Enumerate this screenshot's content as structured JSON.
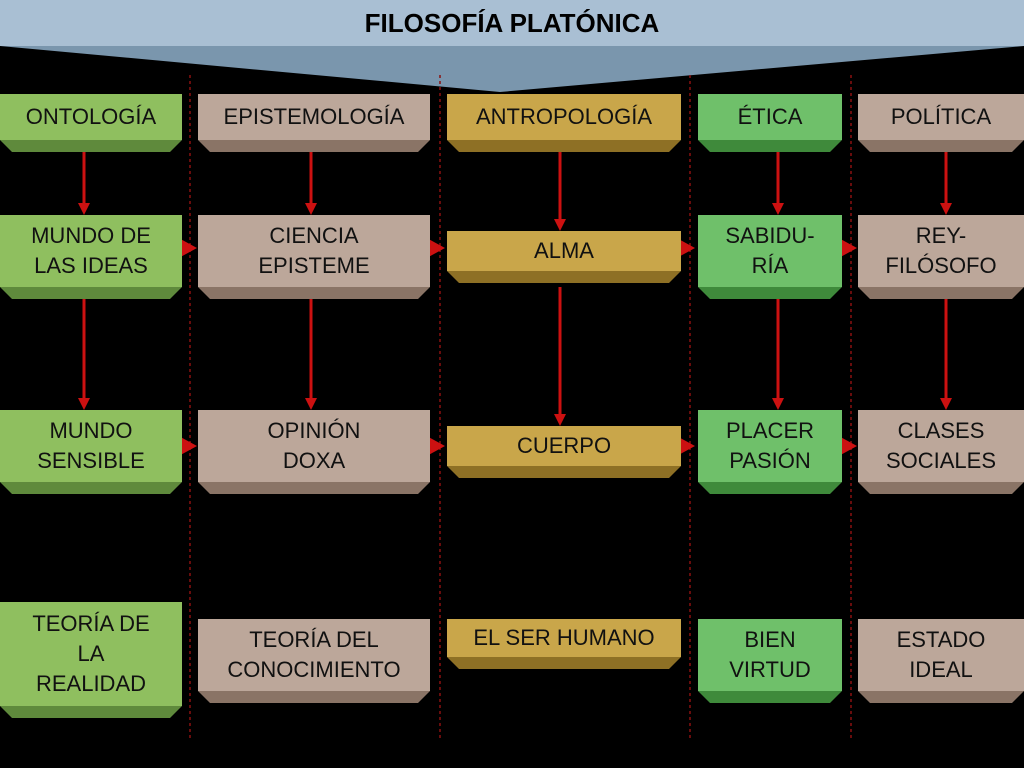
{
  "title": "FILOSOFÍA PLATÓNICA",
  "colors": {
    "green": "#8fbf5f",
    "green_dark": "#5f8a3c",
    "pink": "#bca79a",
    "pink_dark": "#8a7466",
    "gold": "#c9a64a",
    "gold_dark": "#8e7025",
    "bright_green": "#6fc06a",
    "bright_green_dark": "#3f8a3b",
    "banner": "#a9bfd3",
    "banner_dark": "#7a96ad",
    "arrow": "#cc1111"
  },
  "columns": [
    {
      "header": "ONTOLOGÍA",
      "level1": "MUNDO DE\nLAS IDEAS",
      "level2": "MUNDO\nSENSIBLE",
      "footer": "TEORÍA DE\nLA\nREALIDAD"
    },
    {
      "header": "EPISTEMOLOGÍA",
      "level1": "CIENCIA\nEPISTEME",
      "level2": "OPINIÓN\nDOXA",
      "footer": "TEORÍA DEL\nCONOCIMIENTO"
    },
    {
      "header": "ANTROPOLOGÍA",
      "level1": "ALMA",
      "level2": "CUERPO",
      "footer": "EL SER HUMANO"
    },
    {
      "header": "ÉTICA",
      "level1": "SABIDU-\nRÍA",
      "level2": "PLACER\nPASIÓN",
      "footer": "BIEN\nVIRTUD"
    },
    {
      "header": "POLÍTICA",
      "level1": "REY-\nFILÓSOFO",
      "level2": "CLASES\nSOCIALES",
      "footer": "ESTADO\nIDEAL"
    }
  ]
}
